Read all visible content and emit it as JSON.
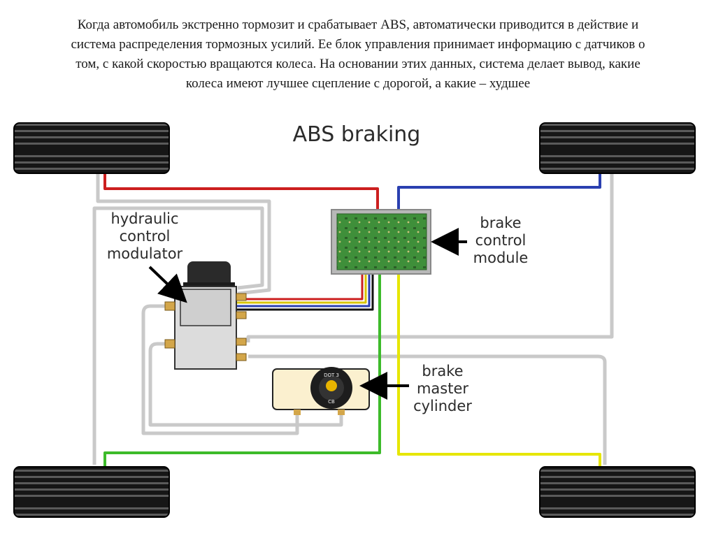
{
  "caption": {
    "lines": [
      "Когда автомобиль экстренно тормозит и срабатывает ABS, автоматически приводится в действие и",
      "система распределения тормозных усилий. Ее блок управления принимает информацию с датчиков о",
      "том, с какой скоростью вращаются колеса. На основании этих данных, система делает вывод, какие",
      "колеса имеют лучшее сцепление с дорогой, а какие – худшее"
    ]
  },
  "diagram": {
    "title": "ABS braking",
    "labels": {
      "hydraulic": [
        "hydraulic",
        "control",
        "modulator"
      ],
      "module": [
        "brake",
        "control",
        "module"
      ],
      "master": [
        "brake",
        "master",
        "cylinder"
      ]
    },
    "master_cap": {
      "top": "DOT 3",
      "bottom": "CB"
    },
    "wire_colors": {
      "front_left": "#cc1f1f",
      "front_right": "#2a3fb0",
      "rear_left": "#3dbb2a",
      "rear_right": "#e6e600",
      "brake_line": "#c9c9c9"
    }
  }
}
